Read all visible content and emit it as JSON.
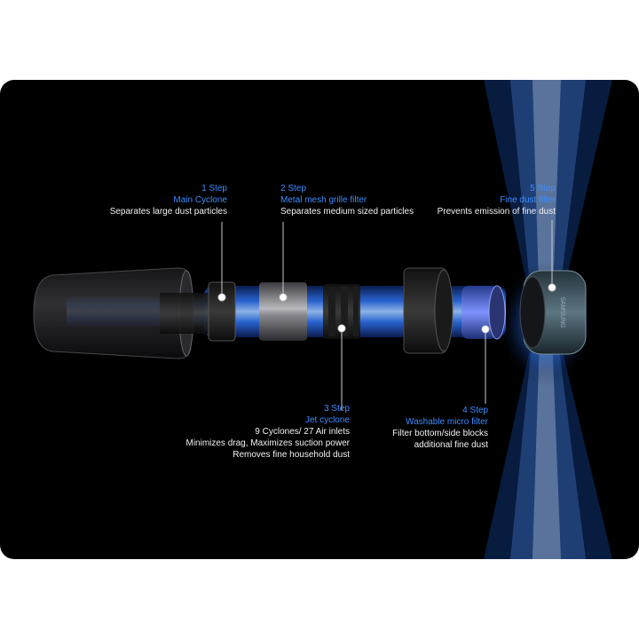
{
  "steps": [
    {
      "step": "1 Step",
      "name": "Main Cyclone",
      "desc": [
        "Separates large dust particles"
      ]
    },
    {
      "step": "2 Step",
      "name": "Metal mesh grille filter",
      "desc": [
        "Separates medium sized particles"
      ]
    },
    {
      "step": "3 Step",
      "name": "Jet cyclone",
      "desc": [
        "9 Cyclones/ 27 Air inlets",
        "Minimizes drag, Maximizes suction power",
        "Removes fine household dust"
      ]
    },
    {
      "step": "4 Step",
      "name": "Washable micro filter",
      "desc": [
        "Filter bottom/side blocks",
        "additional fine dust"
      ]
    },
    {
      "step": "5 Step",
      "name": "Fine dust filter",
      "desc": [
        "Prevents emission of fine dust"
      ]
    }
  ],
  "brand": "SAMSUNG",
  "colors": {
    "accent": "#3d8cff",
    "background": "#000000",
    "airflow": "#2f7dff"
  }
}
